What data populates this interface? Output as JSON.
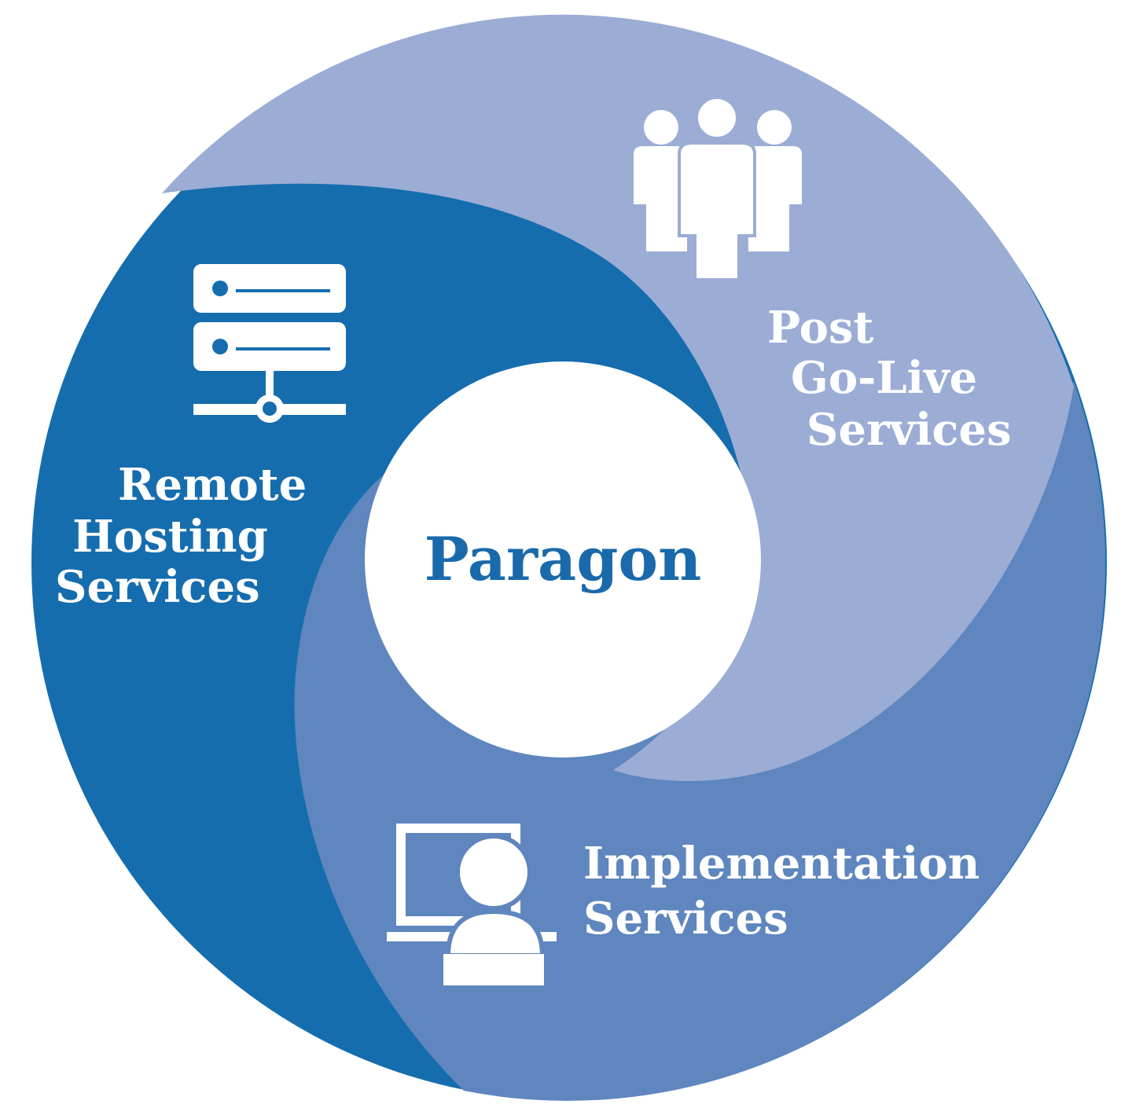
{
  "center": {
    "label": "Paragon",
    "color": "#1a6aab"
  },
  "segments": [
    {
      "id": "remote-hosting",
      "lines": [
        "Remote",
        "Hosting",
        "Services"
      ],
      "color": "#156dae",
      "icon": "server-network-icon"
    },
    {
      "id": "post-go-live",
      "lines": [
        "Post",
        "Go-Live",
        "Services"
      ],
      "color": "#9bacd5",
      "icon": "team-people-icon"
    },
    {
      "id": "implementation",
      "lines": [
        "Implementation",
        "Services"
      ],
      "color": "#5f86be",
      "icon": "computer-user-icon"
    }
  ]
}
